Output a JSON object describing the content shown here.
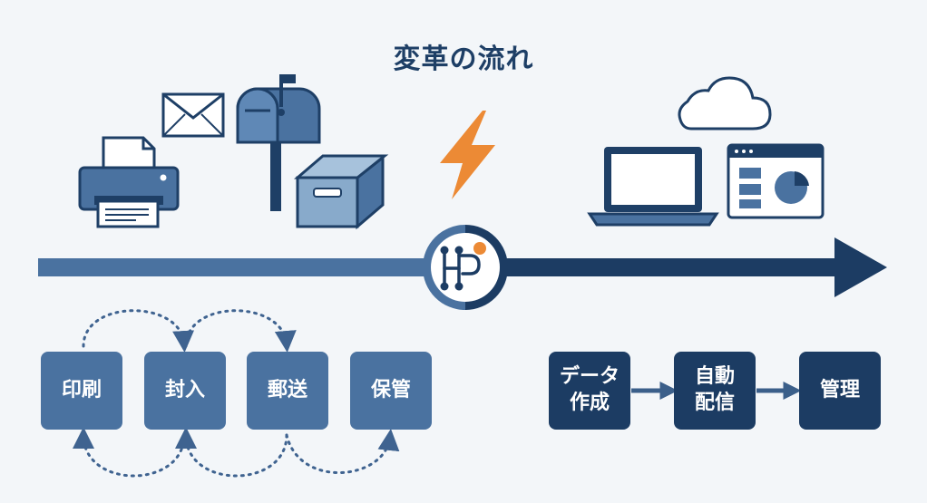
{
  "title": "変革の流れ",
  "before_steps": [
    "印刷",
    "封入",
    "郵送",
    "保管"
  ],
  "after_steps": [
    "データ\n作成",
    "自動\n配信",
    "管理"
  ],
  "icons": {
    "before": [
      "printer-icon",
      "envelope-icon",
      "mailbox-icon",
      "storage-box-icon"
    ],
    "pivot": "lightning-icon",
    "center": "circuit-logo-icon",
    "after": [
      "cloud-icon",
      "laptop-icon",
      "dashboard-window-icon"
    ]
  },
  "colors": {
    "before": "#4a72a0",
    "after": "#1c3c63",
    "accent": "#ec8a35",
    "background": "#f3f6f9",
    "title": "#1e3f66"
  }
}
